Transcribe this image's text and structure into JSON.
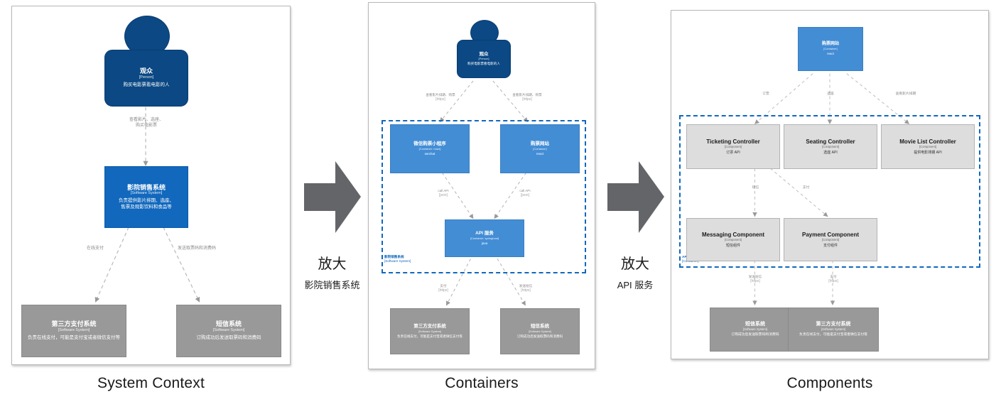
{
  "panels": [
    {
      "caption": "System Context",
      "nodes": [
        {
          "title": "观众",
          "type": "[Person]",
          "desc": "购买电影票看电影的人"
        },
        {
          "title": "影院销售系统",
          "type": "[Software System]",
          "desc": "负责提供影片排期、选座、\n售票及观影饮料和食品等"
        },
        {
          "title": "第三方支付系统",
          "type": "[Software System]",
          "desc": "负责在线支付，可能是支付宝或者微信支付等"
        },
        {
          "title": "短信系统",
          "type": "[Software System]",
          "desc": "订购成功后发送取票码和消费码"
        }
      ],
      "relations": [
        {
          "label": "查看影片、选座、\n购买电影票",
          "tech": ""
        },
        {
          "label": "在线支付",
          "tech": ""
        },
        {
          "label": "发送取票码和消费码",
          "tech": ""
        }
      ]
    },
    {
      "caption": "Containers",
      "boundary_label": {
        "title": "影院销售系统",
        "type": "[Software System]"
      },
      "nodes": [
        {
          "title": "观众",
          "type": "[Person]",
          "desc": "购买电影票看电影的人"
        },
        {
          "title": "微信购票小程序",
          "type": "[Container: react]",
          "desc": "wechat"
        },
        {
          "title": "购票网站",
          "type": "[Container]",
          "desc": "react"
        },
        {
          "title": "API 服务",
          "type": "[Container: springboot]",
          "desc": "java"
        },
        {
          "title": "第三方支付系统",
          "type": "[Software System]",
          "desc": "负责在线支付，可能是支付宝或者微信支付等"
        },
        {
          "title": "短信系统",
          "type": "[Software System]",
          "desc": "订购成功后发送取票码和消费码"
        }
      ],
      "relations": [
        {
          "label": "查看影片排期、购票",
          "tech": "[https]"
        },
        {
          "label": "查看影片排期、购票",
          "tech": "[https]"
        },
        {
          "label": "call API",
          "tech": "[json]"
        },
        {
          "label": "call API",
          "tech": "[json]"
        },
        {
          "label": "支付",
          "tech": "[https]"
        },
        {
          "label": "发送短信",
          "tech": "[https]"
        }
      ]
    },
    {
      "caption": "Components",
      "boundary_label": {
        "title": "API 服务",
        "type": "[Container]"
      },
      "nodes": [
        {
          "title": "购票网站",
          "type": "[Container]",
          "desc": "react"
        },
        {
          "title": "Ticketing Controller",
          "type": "[Component]",
          "desc": "订票 API"
        },
        {
          "title": "Seating Controller",
          "type": "[Component]",
          "desc": "选座 API"
        },
        {
          "title": "Movie List Controller",
          "type": "[Component]",
          "desc": "提供电影排期 API"
        },
        {
          "title": "Messaging Component",
          "type": "[Component]",
          "desc": "短信组件"
        },
        {
          "title": "Payment Component",
          "type": "[Component]",
          "desc": "支付组件"
        },
        {
          "title": "短信系统",
          "type": "[Software System]",
          "desc": "订购成功后发送取票码和消费码"
        },
        {
          "title": "第三方支付系统",
          "type": "[Software System]",
          "desc": "负责在线支付，可能是支付宝或者微信支付等"
        }
      ],
      "relations": [
        {
          "label": "订票",
          "tech": ""
        },
        {
          "label": "选座",
          "tech": ""
        },
        {
          "label": "查看影片排期",
          "tech": ""
        },
        {
          "label": "短信",
          "tech": ""
        },
        {
          "label": "支付",
          "tech": ""
        },
        {
          "label": "发送短信",
          "tech": "[https]"
        },
        {
          "label": "支付",
          "tech": "[https]"
        }
      ]
    }
  ],
  "transitions": [
    {
      "main": "放大",
      "sub": "影院销售系统"
    },
    {
      "main": "放大",
      "sub": "API 服务"
    }
  ],
  "colors": {
    "person": "#0b4884",
    "software_system": "#1168bd",
    "container": "#438dd5",
    "component": "#dddddd",
    "external": "#999999",
    "boundary": "#1168bd",
    "arrow": "#646569"
  }
}
